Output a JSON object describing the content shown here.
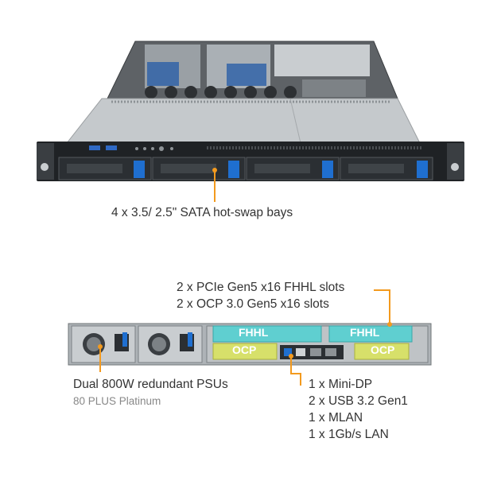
{
  "front_view": {
    "callout": "4 x 3.5/ 2.5\" SATA hot-swap bays",
    "bay_count": 4
  },
  "rear_view": {
    "slots_callout": [
      "2 x PCIe Gen5 x16 FHHL slots",
      "2 x OCP 3.0 Gen5 x16 slots"
    ],
    "slot_labels": {
      "fhhl": "FHHL",
      "ocp": "OCP"
    },
    "psu_callout": {
      "title": "Dual 800W  redundant PSUs",
      "subtitle": "80 PLUS Platinum"
    },
    "io_callout": [
      "1 x Mini-DP",
      "2 x USB 3.2 Gen1",
      "1 x MLAN",
      "1 x 1Gb/s LAN"
    ]
  },
  "colors": {
    "callout_line": "#f39a1e",
    "drive_latch": "#1f6fd0",
    "fhhl_slot": "#5fcfd0",
    "ocp_slot": "#d7e06a",
    "chassis": "#8d9296",
    "text": "#333333",
    "subtext": "#888888"
  }
}
